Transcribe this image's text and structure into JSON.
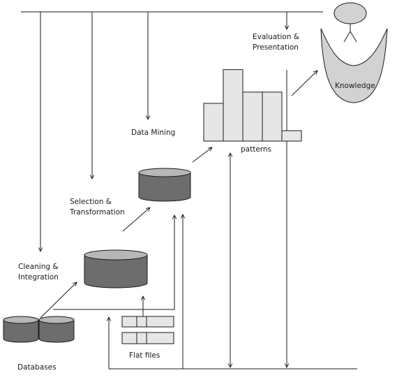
{
  "labels": {
    "evaluation_line1": "Evaluation &",
    "evaluation_line2": "Presentation",
    "knowledge": "Knowledge",
    "data_mining": "Data Mining",
    "patterns": "patterns",
    "selection_line1": "Selection &",
    "selection_line2": "Transformation",
    "cleaning_line1": "Cleaning &",
    "cleaning_line2": "Integration",
    "flat_files": "Flat files",
    "databases": "Databases"
  },
  "patterns_bars": [
    0.47,
    0.89,
    0.61,
    0.61,
    0.13
  ],
  "colors": {
    "cylinder_dark": "#6d6d6d",
    "cylinder_top": "#b7b7b7",
    "bar_fill": "#e6e6e6",
    "knowledge_fill": "#d2d2d2",
    "line": "#1a1a1a"
  }
}
